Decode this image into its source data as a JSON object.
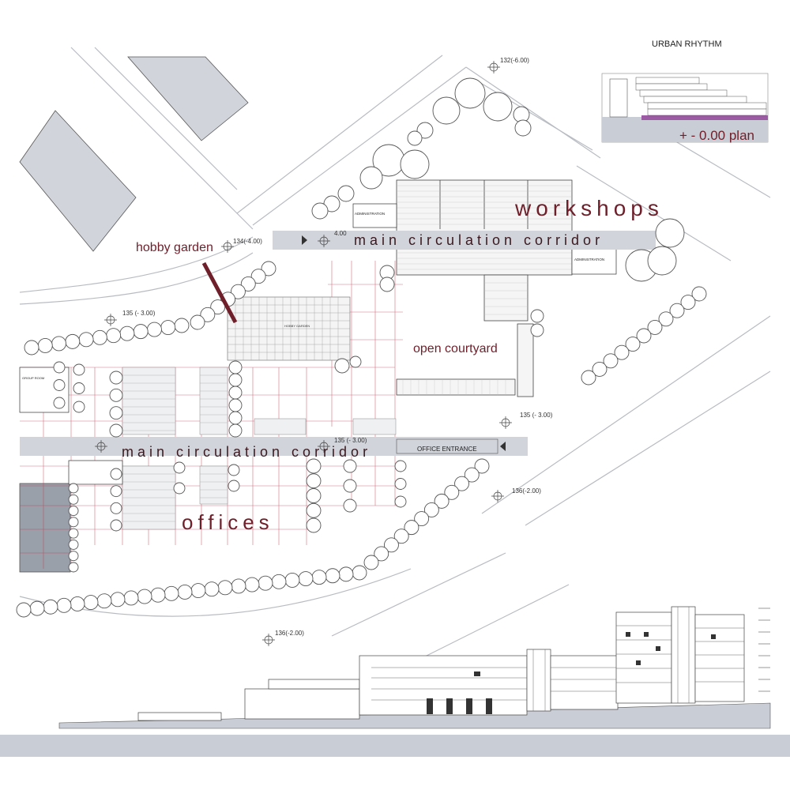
{
  "header": {
    "title": "URBAN RHYTHM"
  },
  "inset": {
    "plan_label": "+ - 0.00 plan"
  },
  "labels": {
    "workshops": "workshops",
    "offices": "offices",
    "hobby_garden": "hobby garden",
    "open_courtyard": "open courtyard",
    "corridor_top": "main circulation corridor",
    "corridor_bottom": "main circulation corridor",
    "office_entrance": "OFFICE ENTRANCE",
    "hobby_garden_small": "HOBBY GARDEN",
    "administration_1": "ADMINISTRATION",
    "administration_2": "ADMINISTRATION",
    "group_room": "GROUP ROOM"
  },
  "levels": {
    "l1": "132(-6.00)",
    "l2": "134(-4.00)",
    "l3": "4.00",
    "l4": "135 (- 3.00)",
    "l5": "135 (- 3.00)",
    "l6": "135 (- 3.00)",
    "l7": "136(-2.00)",
    "l8": "136(-2.00)"
  },
  "colors": {
    "block": "#d1d4da",
    "block_dark": "#9aa0aa",
    "grid_red": "#c0344a",
    "accent": "#6e1f2a",
    "ground": "#c9cdd6",
    "purple": "#9b5aa3"
  }
}
